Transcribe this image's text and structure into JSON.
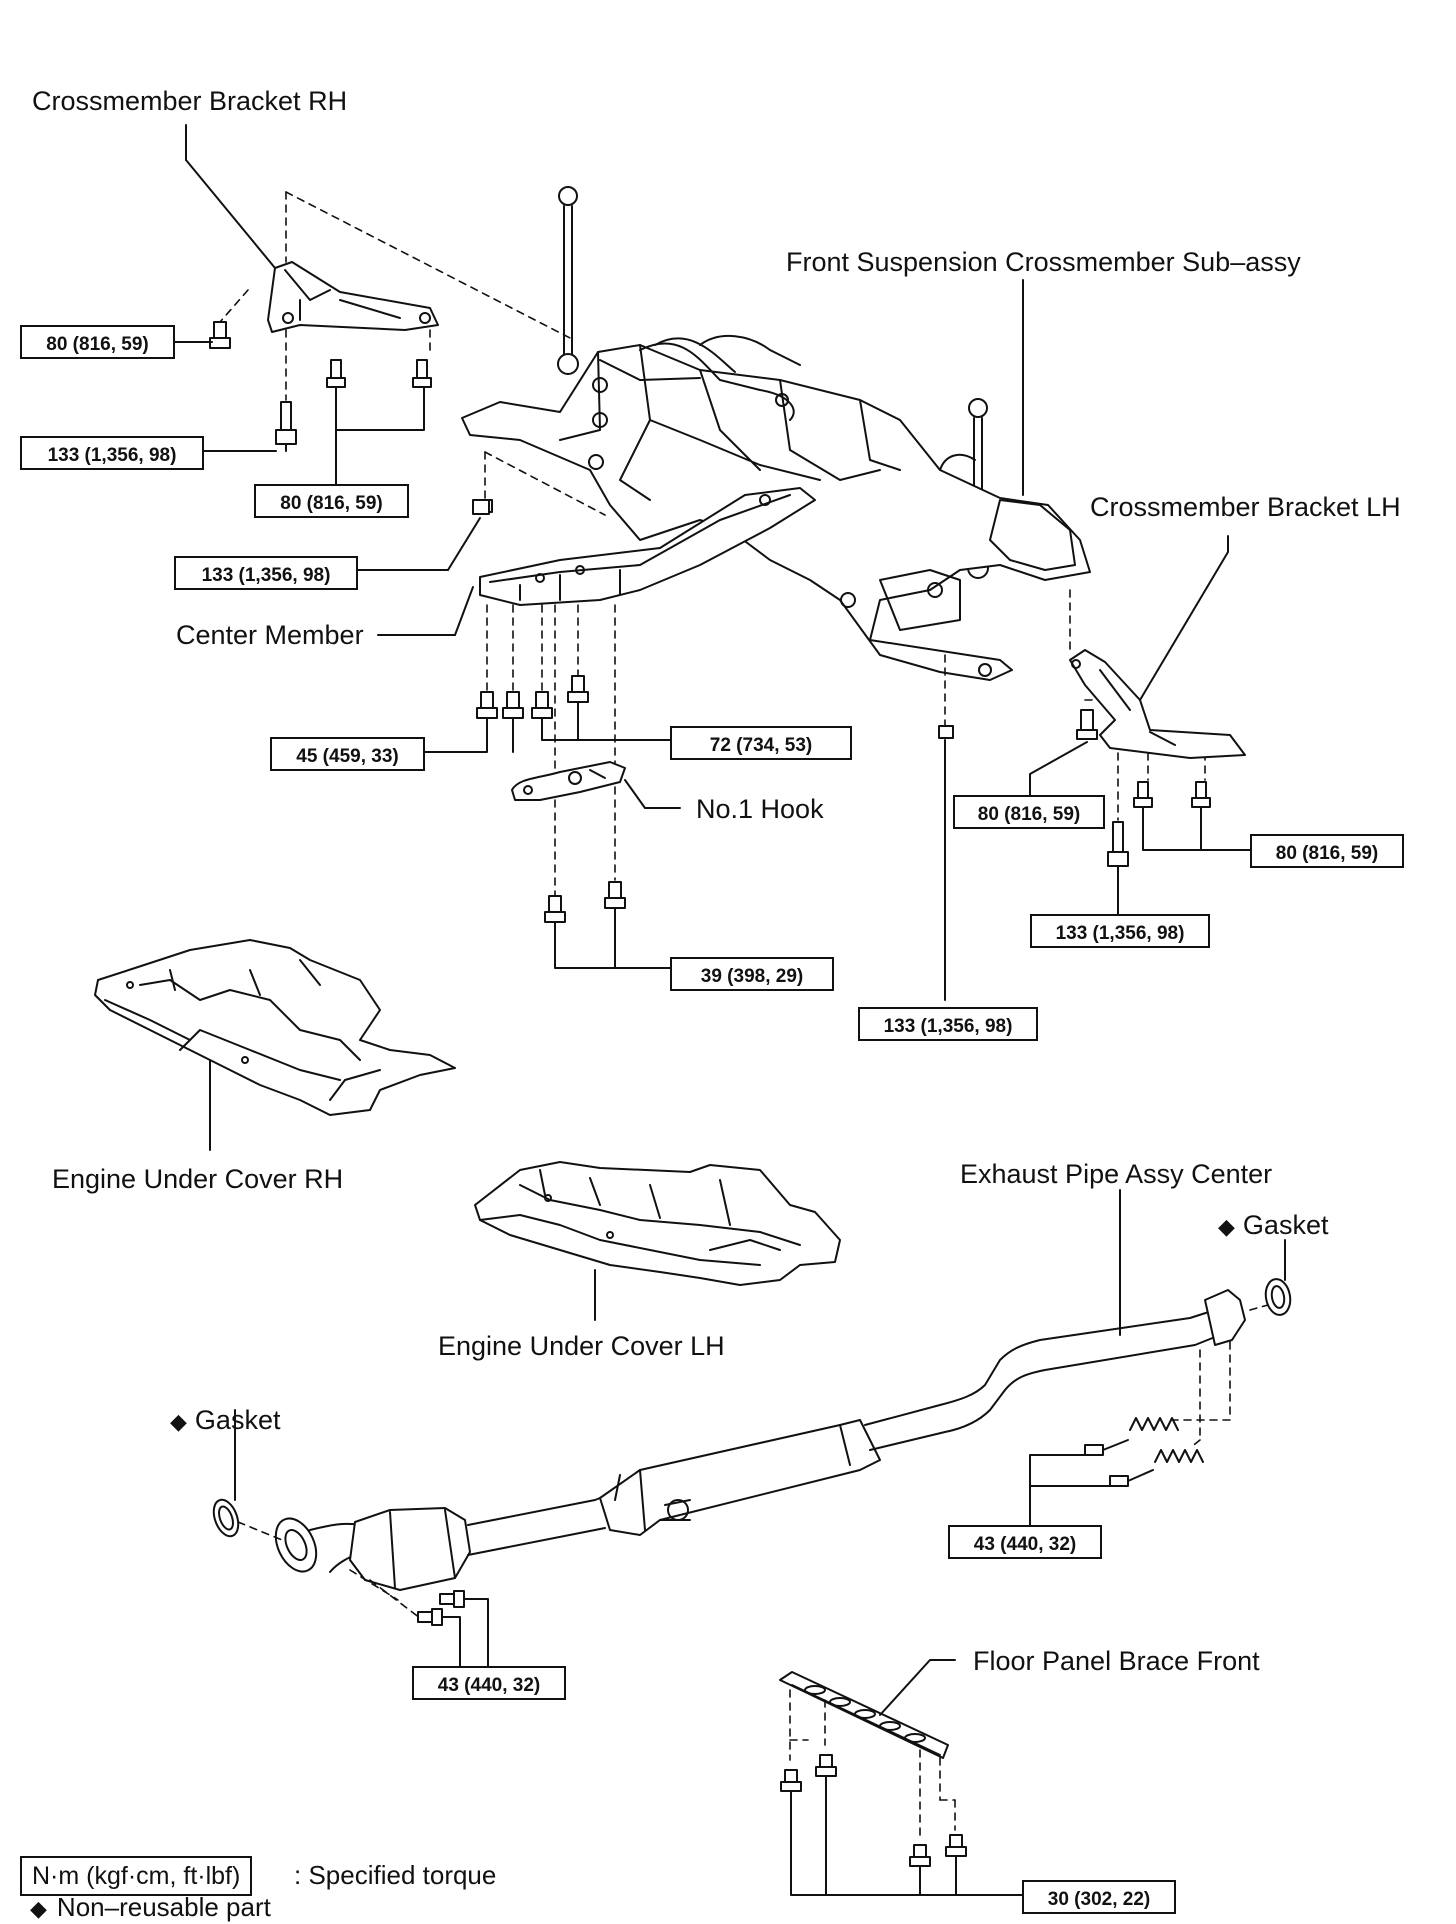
{
  "labels": {
    "crossmember_bracket_rh": "Crossmember Bracket RH",
    "front_susp_crossmember": "Front Suspension Crossmember Sub–assy",
    "crossmember_bracket_lh": "Crossmember Bracket LH",
    "center_member": "Center Member",
    "no1_hook": "No.1 Hook",
    "engine_under_cover_rh": "Engine Under Cover RH",
    "engine_under_cover_lh": "Engine Under Cover LH",
    "exhaust_pipe_assy_center": "Exhaust Pipe Assy Center",
    "gasket_right": "Gasket",
    "gasket_left": "Gasket",
    "floor_panel_brace_front": "Floor Panel Brace Front"
  },
  "torque": {
    "t1": "80 (816, 59)",
    "t2": "133 (1,356, 98)",
    "t3": "80 (816, 59)",
    "t4": "133 (1,356, 98)",
    "t5": "45 (459, 33)",
    "t6": "72 (734, 53)",
    "t7": "39 (398, 29)",
    "t8": "133 (1,356, 98)",
    "t9": "80 (816, 59)",
    "t10": "80 (816, 59)",
    "t11": "133 (1,356, 98)",
    "t12": "43 (440, 32)",
    "t13": "43 (440, 32)",
    "t14": "30 (302, 22)"
  },
  "legend": {
    "torque_unit": "N·m (kgf·cm, ft·lbf)",
    "torque_desc": ": Specified torque",
    "nonreusable_symbol": "◆",
    "nonreusable_desc": "Non–reusable part"
  },
  "symbols": {
    "diamond": "◆"
  }
}
